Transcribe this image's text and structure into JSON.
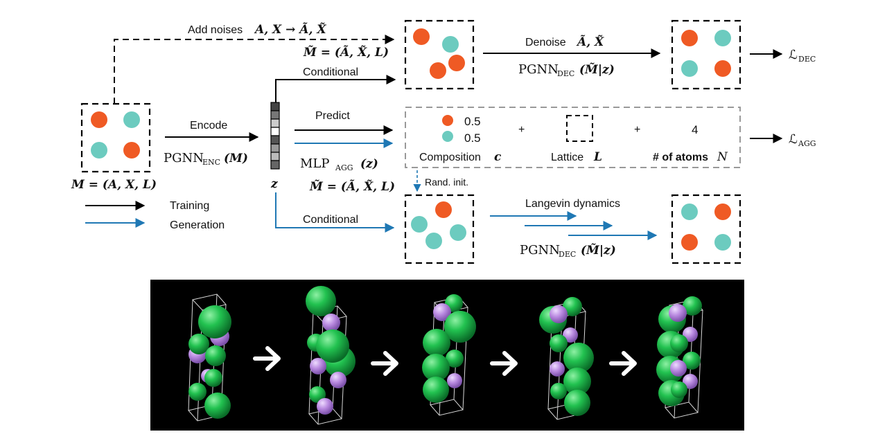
{
  "labels": {
    "add_noises": "Add noises",
    "noise_math": "A, X → Ã, X̃",
    "m_tilde_top": "M̃ = (Ã, X̃, L)",
    "denoise": "Denoise",
    "denoise_math": "Ã, X̃",
    "pgnn_dec_top": "PGNN",
    "dec_sub": "DEC",
    "pgnn_dec_arg": "(M̃|z)",
    "loss_dec": "ℒ",
    "loss_dec_sub": "DEC",
    "conditional_top": "Conditional",
    "encode": "Encode",
    "pgnn_enc": "PGNN",
    "enc_sub": "ENC",
    "pgnn_enc_arg": "(M)",
    "m_def": "M = (A, X, L)",
    "z": "z",
    "predict": "Predict",
    "mlp": "MLP",
    "agg_sub": "AGG",
    "mlp_arg": "(z)",
    "m_tilde_mid": "M̃ = (Ã, X̃, L)",
    "comp_value_1": "0.5",
    "comp_value_2": "0.5",
    "plus_1": "+",
    "plus_2": "+",
    "atoms_value": "4",
    "composition": "Composition",
    "composition_sym": "c",
    "lattice": "Lattice",
    "lattice_sym": "L",
    "num_atoms": "# of atoms",
    "num_atoms_sym": "N",
    "loss_agg": "ℒ",
    "loss_agg_sub": "AGG",
    "rand_init": "Rand. init.",
    "conditional_bottom": "Conditional",
    "langevin": "Langevin dynamics",
    "pgnn_dec_bottom": "PGNN",
    "dec_sub_bottom": "DEC",
    "pgnn_dec_bottom_arg": "(M̃|z)",
    "legend_training": "Training",
    "legend_generation": "Generation"
  },
  "colors": {
    "orange_atom": "#ef5a24",
    "teal_atom": "#6ccbbf",
    "training_arrow": "#000000",
    "generation_arrow": "#1f78b4",
    "gray_box": "#999999",
    "panel_bg": "#000000",
    "green_atom": "#1eb44a",
    "purple_atom": "#b98ae0"
  },
  "icons": {
    "arrow_between_structures": "white-right-arrow-icon"
  }
}
